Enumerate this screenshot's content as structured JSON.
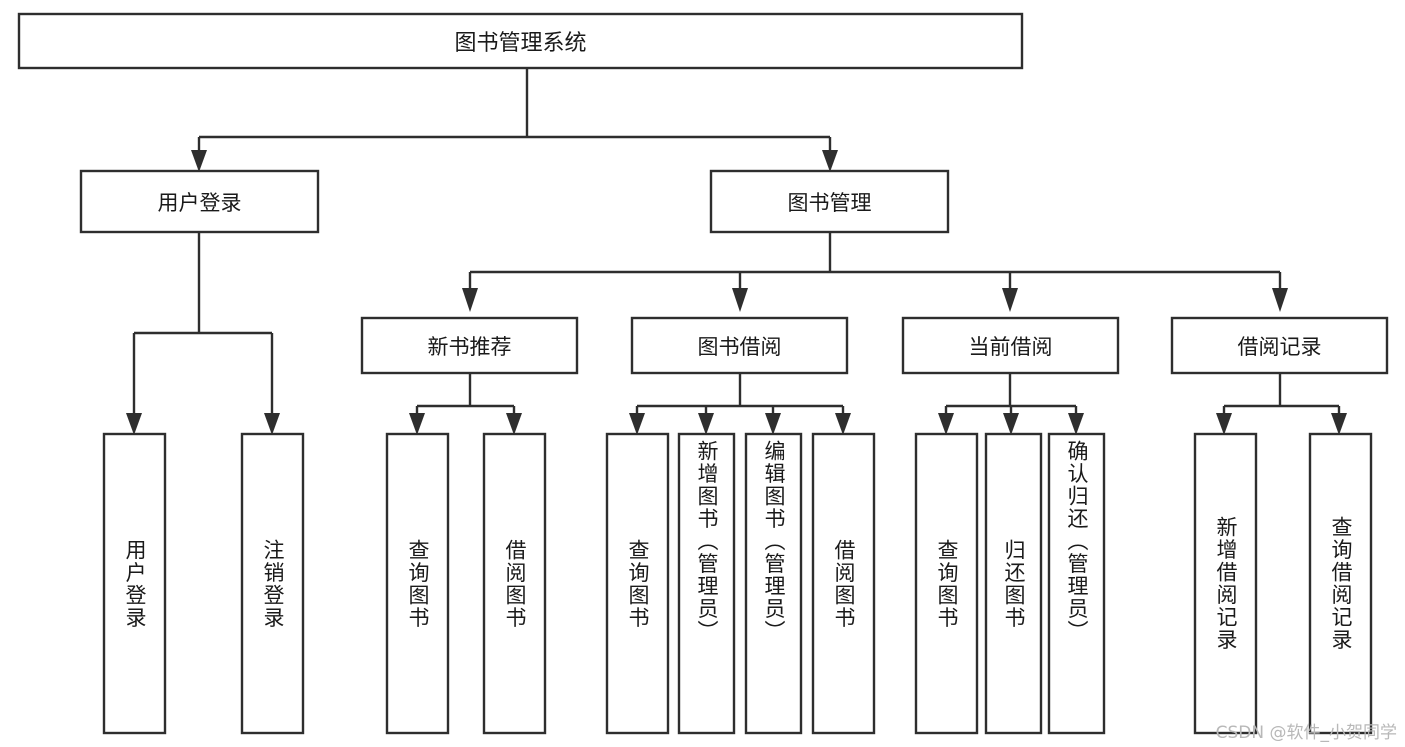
{
  "diagram": {
    "type": "tree-hierarchy",
    "title": "图书管理系统",
    "watermark": "CSDN @软件_小贺同学",
    "colors": {
      "stroke": "#2e2e2e",
      "box_fill": "#ffffff",
      "text": "#1a1a1a",
      "background": "#ffffff",
      "watermark": "#b8b8b8"
    },
    "root": {
      "label": "图书管理系统"
    },
    "level2": [
      {
        "label": "用户登录"
      },
      {
        "label": "图书管理"
      }
    ],
    "level3": [
      {
        "label": "新书推荐"
      },
      {
        "label": "图书借阅"
      },
      {
        "label": "当前借阅"
      },
      {
        "label": "借阅记录"
      }
    ],
    "leaves_user_login": [
      {
        "label": "用户登录"
      },
      {
        "label": "注销登录"
      }
    ],
    "leaves_new_book": [
      {
        "label": "查询图书"
      },
      {
        "label": "借阅图书"
      }
    ],
    "leaves_borrow": [
      {
        "label": "查询图书"
      },
      {
        "label": "新增图书（管理员）"
      },
      {
        "label": "编辑图书（管理员）"
      },
      {
        "label": "借阅图书"
      }
    ],
    "leaves_current": [
      {
        "label": "查询图书"
      },
      {
        "label": "归还图书"
      },
      {
        "label": "确认归还（管理员）"
      }
    ],
    "leaves_record": [
      {
        "label": "新增借阅记录"
      },
      {
        "label": "查询借阅记录"
      }
    ]
  }
}
